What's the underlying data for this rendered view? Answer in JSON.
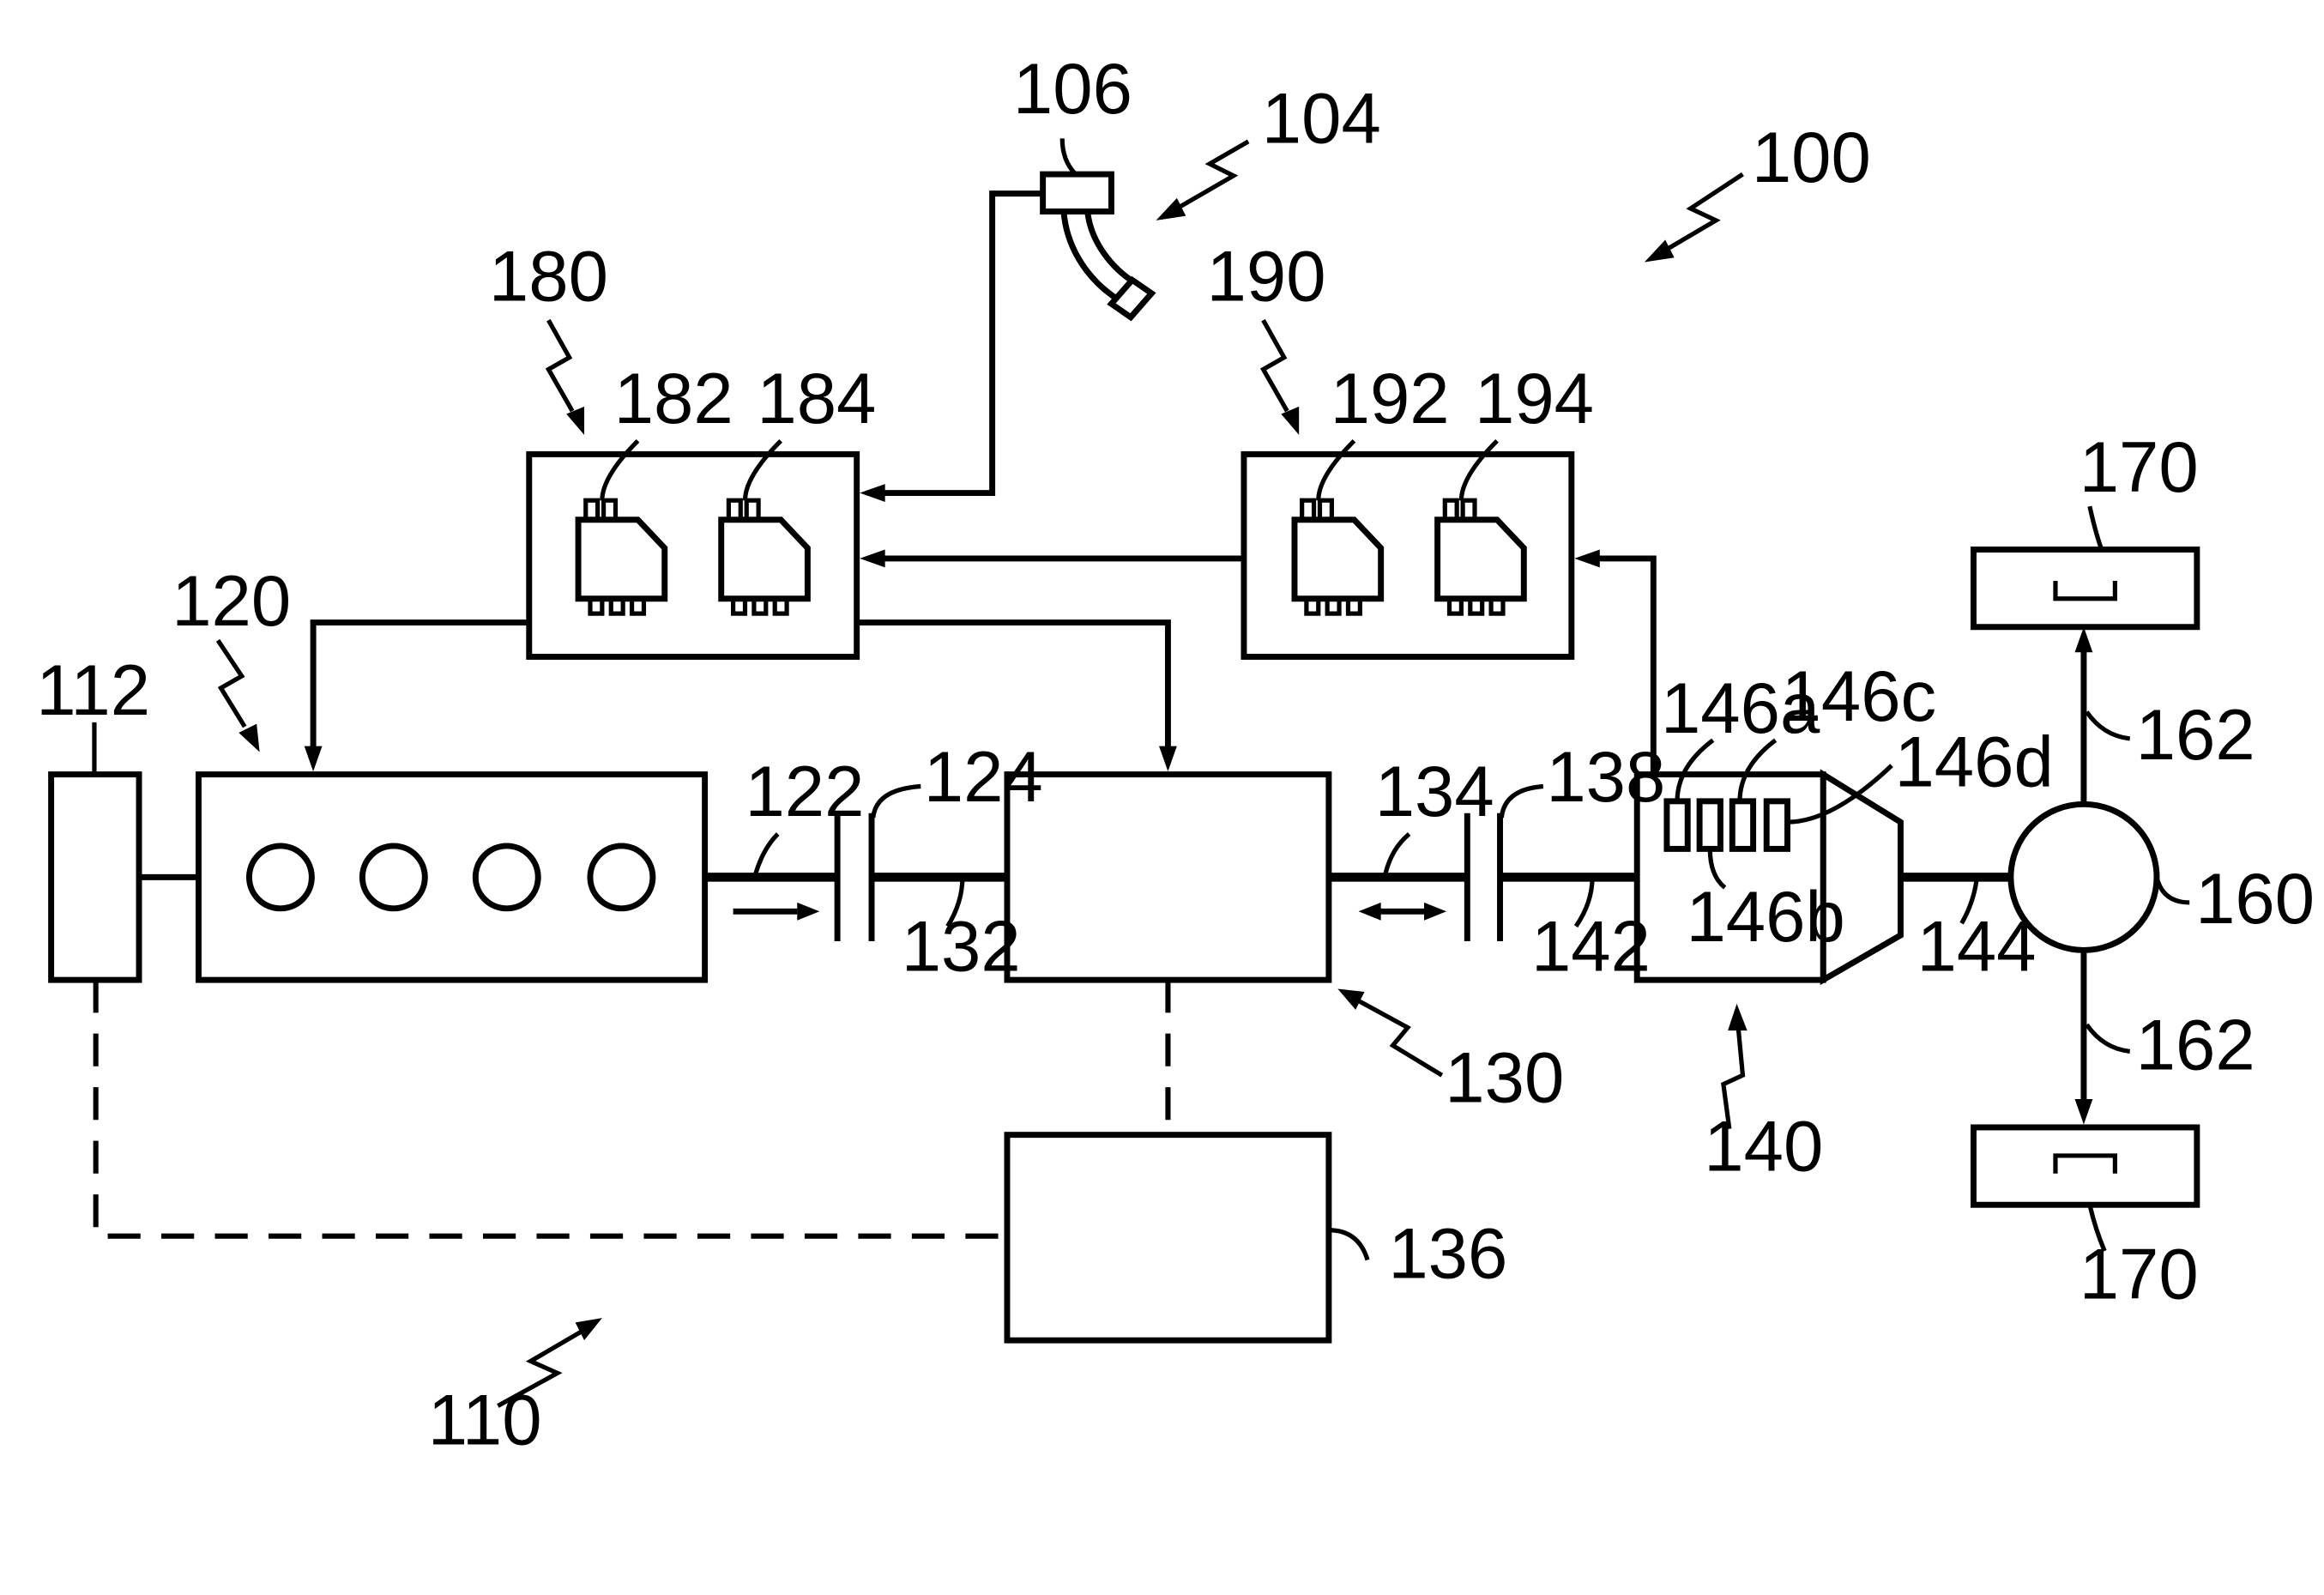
{
  "labels": {
    "l100": "100",
    "l104": "104",
    "l106": "106",
    "l110": "110",
    "l112": "112",
    "l120": "120",
    "l122": "122",
    "l124": "124",
    "l130": "130",
    "l132": "132",
    "l134": "134",
    "l136": "136",
    "l138": "138",
    "l140": "140",
    "l142": "142",
    "l144": "144",
    "l146a": "146a",
    "l146b": "146b",
    "l146c": "146c",
    "l146d": "146d",
    "l160": "160",
    "l162_top": "162",
    "l162_bot": "162",
    "l170_top": "170",
    "l170_bot": "170",
    "l180": "180",
    "l182": "182",
    "l184": "184",
    "l190": "190",
    "l192": "192",
    "l194": "194"
  }
}
